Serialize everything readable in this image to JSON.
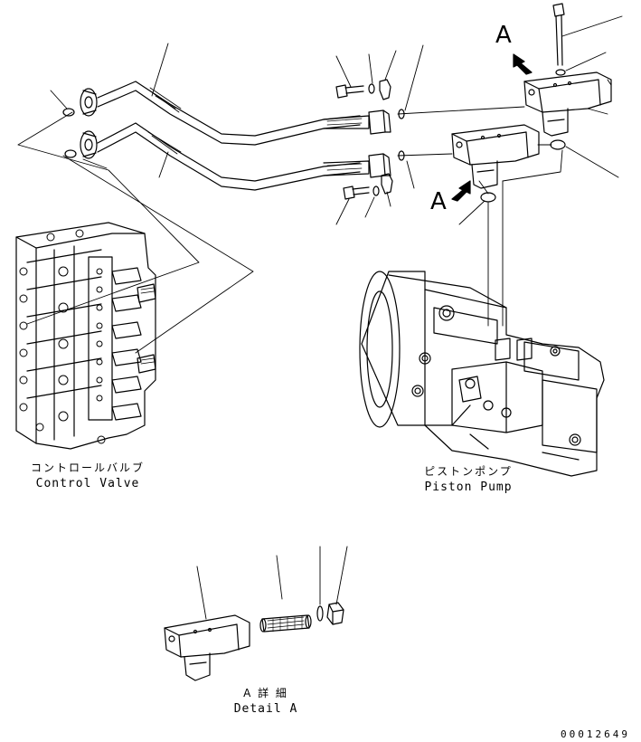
{
  "labels": {
    "control_valve_jp": "コントロールバルブ",
    "control_valve_en": "Control Valve",
    "piston_pump_jp": "ピストンポンプ",
    "piston_pump_en": "Piston Pump",
    "detail_jp": "A 詳 細",
    "detail_en": "Detail A",
    "view_marker_top": "A",
    "view_marker_mid": "A",
    "drawing_number": "00012649"
  }
}
